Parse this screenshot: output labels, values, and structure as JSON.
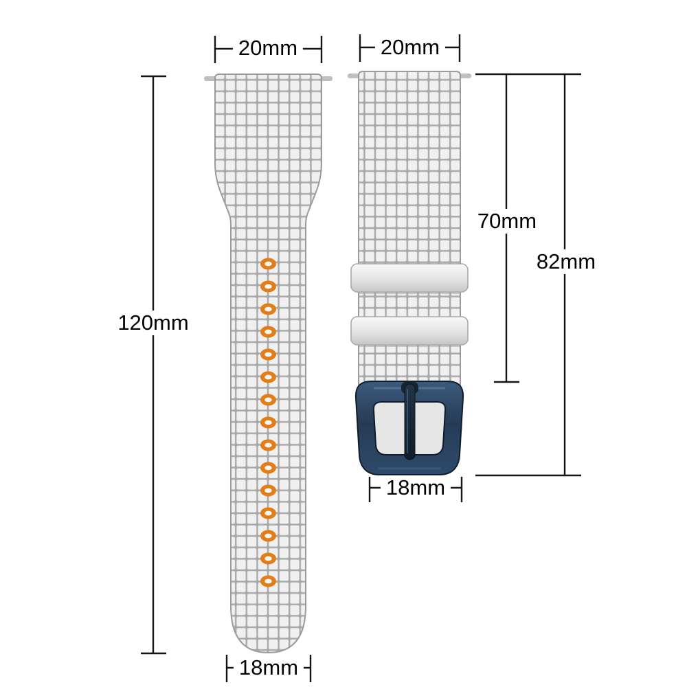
{
  "diagram": {
    "long_strap": {
      "top_width": "20mm",
      "length": "120mm",
      "tip_width": "18mm",
      "hole_count": 15
    },
    "short_strap": {
      "top_width": "20mm",
      "strap_length": "70mm",
      "total_length": "82mm",
      "buckle_width": "18mm"
    },
    "colors": {
      "strap_fill": "#f0f0f0",
      "grid_line": "#a9a9a9",
      "hole_ring": "#e27d17",
      "buckle_navy": "#2b4661",
      "dimension_line": "#151515",
      "background": "#ffffff"
    }
  }
}
